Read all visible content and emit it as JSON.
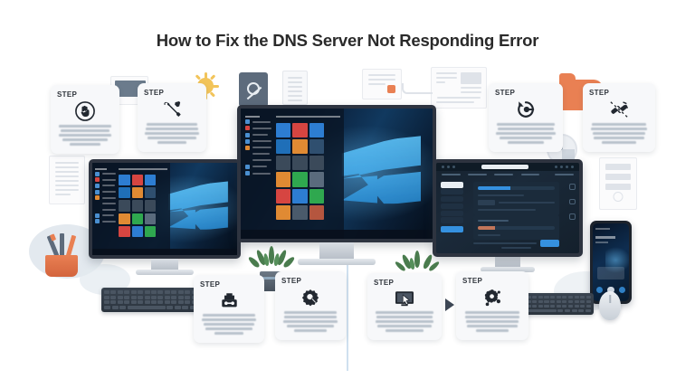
{
  "page": {
    "title": "How to Fix the DNS Server Not Responding Error",
    "background_color": "#ffffff",
    "accent_orange": "#e98053",
    "accent_blue": "#3591e0",
    "step_card_bg": "#f7f8fa",
    "title_color": "#2a2a2a"
  },
  "steps": [
    {
      "label": "STEP",
      "icon": "hand-click-icon",
      "glyph": "✋",
      "position": "top-left",
      "body_lines": [
        92,
        88,
        95,
        80,
        55
      ]
    },
    {
      "label": "STEP",
      "icon": "wrench-tool-icon",
      "glyph": "🔧",
      "position": "top-left-center",
      "body_lines": [
        90,
        94,
        96,
        86,
        52
      ]
    },
    {
      "label": "STEP",
      "icon": "refresh-reload-icon",
      "glyph": "⟳",
      "position": "top-right-center",
      "body_lines": [
        93,
        90,
        96,
        84,
        60
      ]
    },
    {
      "label": "STEP",
      "icon": "broken-link-icon",
      "glyph": "✂",
      "position": "top-right",
      "body_lines": [
        91,
        95,
        89,
        86,
        58
      ]
    },
    {
      "label": "STEP",
      "icon": "network-cable-icon",
      "glyph": "🔌",
      "position": "bottom-left",
      "body_lines": [
        90,
        93,
        88,
        80,
        50
      ]
    },
    {
      "label": "STEP",
      "icon": "gear-search-icon",
      "glyph": "⚙",
      "position": "bottom-left-center",
      "body_lines": [
        92,
        90,
        94,
        82,
        56
      ]
    },
    {
      "label": "STEP",
      "icon": "monitor-cursor-icon",
      "glyph": "🖵",
      "position": "bottom-right-center",
      "body_lines": [
        94,
        91,
        95,
        87,
        62
      ]
    },
    {
      "label": "STEP",
      "icon": "network-nodes-icon",
      "glyph": "☸",
      "position": "bottom-right",
      "body_lines": [
        90,
        92,
        87,
        84,
        54
      ]
    }
  ],
  "devices": {
    "left_monitor": {
      "name": "windows-desktop-left",
      "os": "Windows 10",
      "screen": "start-menu",
      "wallpaper": "windows-blue-light-rays"
    },
    "center_monitor": {
      "name": "windows-desktop-center",
      "os": "Windows 10",
      "screen": "start-menu",
      "wallpaper": "windows-blue-light-rays"
    },
    "right_monitor": {
      "name": "network-settings-dashboard",
      "screen": "dark-admin-panel",
      "accent": "#3591e0"
    },
    "phone": {
      "name": "smartphone",
      "screen": "windows-lock-screen"
    },
    "keyboard": {
      "name": "keyboard"
    },
    "mouse": {
      "name": "mouse"
    }
  },
  "start_menu": {
    "tiles": [
      "#2d7dd2",
      "#d64541",
      "#2d7dd2",
      "#1f6fb8",
      "#e08a33",
      "#2f4f6f",
      "#3b4a5a",
      "#3b4a5a",
      "#3b4a5a",
      "#e08a33",
      "#2fa84f",
      "#5a6b7d",
      "#d64541",
      "#2d7dd2",
      "#2fa84f",
      "#e08a33",
      "#4a5a6b",
      "#b5563f"
    ],
    "list_item_count": 9
  },
  "decor": {
    "items": [
      "document-card",
      "pencil-cup",
      "sun-icon",
      "notepad",
      "orange-folder",
      "pie-clock",
      "browser-window-card",
      "succulent-plant",
      "gray-blob"
    ]
  }
}
